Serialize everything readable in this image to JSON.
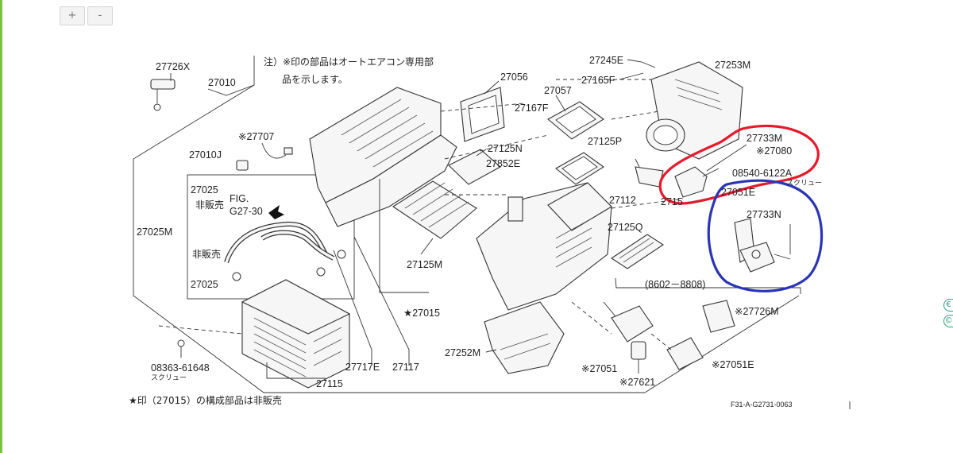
{
  "viewer": {
    "zoom_in_label": "+",
    "zoom_out_label": "-",
    "side_tab_1": "€",
    "side_tab_2": "©"
  },
  "notes": {
    "line1": "注）※印の部品はオートエアコン専用部",
    "line2": "品を示します。",
    "footer": "★印（27015）の構成部品は非販売",
    "code": "F31-A-G2731-0063",
    "fig_ref": "FIG.",
    "fig_no": "G27-30",
    "not_sold_1": "非販売",
    "not_sold_2": "非販売",
    "screw_1": "スクリュー",
    "screw_2": "スクリュー",
    "date_range": "(8602－8808)"
  },
  "parts": {
    "p27726X": "27726X",
    "p27010": "27010",
    "p27707": "※27707",
    "p27010J": "27010J",
    "p27025a": "27025",
    "p27025M": "27025M",
    "p27025b": "27025",
    "p08363": "08363-61648",
    "p27115": "27115",
    "p27717E": "27717E",
    "p27117": "27117",
    "p27125M": "27125M",
    "p27015": "★27015",
    "p27252M": "27252M",
    "p27056": "27056",
    "p27057": "27057",
    "p27167F": "27167F",
    "p27125N": "27125N",
    "p27852E": "27852E",
    "p27125P": "27125P",
    "p27112": "27112",
    "p27125Q": "27125Q",
    "p27245E": "27245E",
    "p27165F": "27165F",
    "p27253M": "27253M",
    "p27733M": "27733M",
    "p27080": "※27080",
    "p08540": "08540-6122A",
    "p27051E_a": "27051E",
    "p27733N": "27733N",
    "p2715": "2715",
    "p27726M": "※27726M",
    "p27051": "※27051",
    "p27051E_b": "※27051E",
    "p27621": "※27621"
  },
  "annotations": {
    "red_color": "#e8192c",
    "blue_color": "#2a34b8"
  }
}
